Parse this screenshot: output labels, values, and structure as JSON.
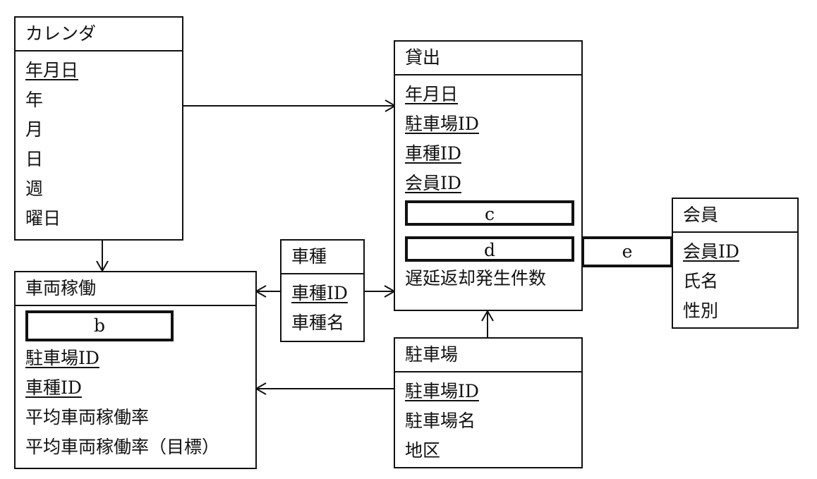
{
  "entities": {
    "calendar": {
      "name": "カレンダ",
      "attributes": [
        {
          "label": "年月日",
          "pk": true
        },
        {
          "label": "年"
        },
        {
          "label": "月"
        },
        {
          "label": "日"
        },
        {
          "label": "週"
        },
        {
          "label": "曜日"
        }
      ]
    },
    "loan": {
      "name": "貸出",
      "attributes": [
        {
          "label": "年月日",
          "pk": true
        },
        {
          "label": "駐車場ID",
          "pk": true
        },
        {
          "label": "車種ID",
          "pk": true
        },
        {
          "label": "会員ID",
          "pk": true
        },
        {
          "label": "c",
          "blank": true
        },
        {
          "label": "d",
          "blank": true
        },
        {
          "label": "遅延返却発生件数"
        }
      ]
    },
    "member": {
      "name": "会員",
      "attributes": [
        {
          "label": "会員ID",
          "pk": true
        },
        {
          "label": "氏名"
        },
        {
          "label": "性別"
        }
      ]
    },
    "car_type": {
      "name": "車種",
      "attributes": [
        {
          "label": "車種ID",
          "pk": true
        },
        {
          "label": "車種名"
        }
      ]
    },
    "vehicle_operation": {
      "name": "車両稼働",
      "attributes": [
        {
          "label": "b",
          "blank": true
        },
        {
          "label": "駐車場ID",
          "pk": true
        },
        {
          "label": "車種ID",
          "pk": true
        },
        {
          "label": "平均車両稼働率"
        },
        {
          "label": "平均車両稼働率（目標）"
        }
      ]
    },
    "parking": {
      "name": "駐車場",
      "attributes": [
        {
          "label": "駐車場ID",
          "pk": true
        },
        {
          "label": "駐車場名"
        },
        {
          "label": "地区"
        }
      ]
    }
  },
  "relationship_blank": {
    "label": "e"
  }
}
